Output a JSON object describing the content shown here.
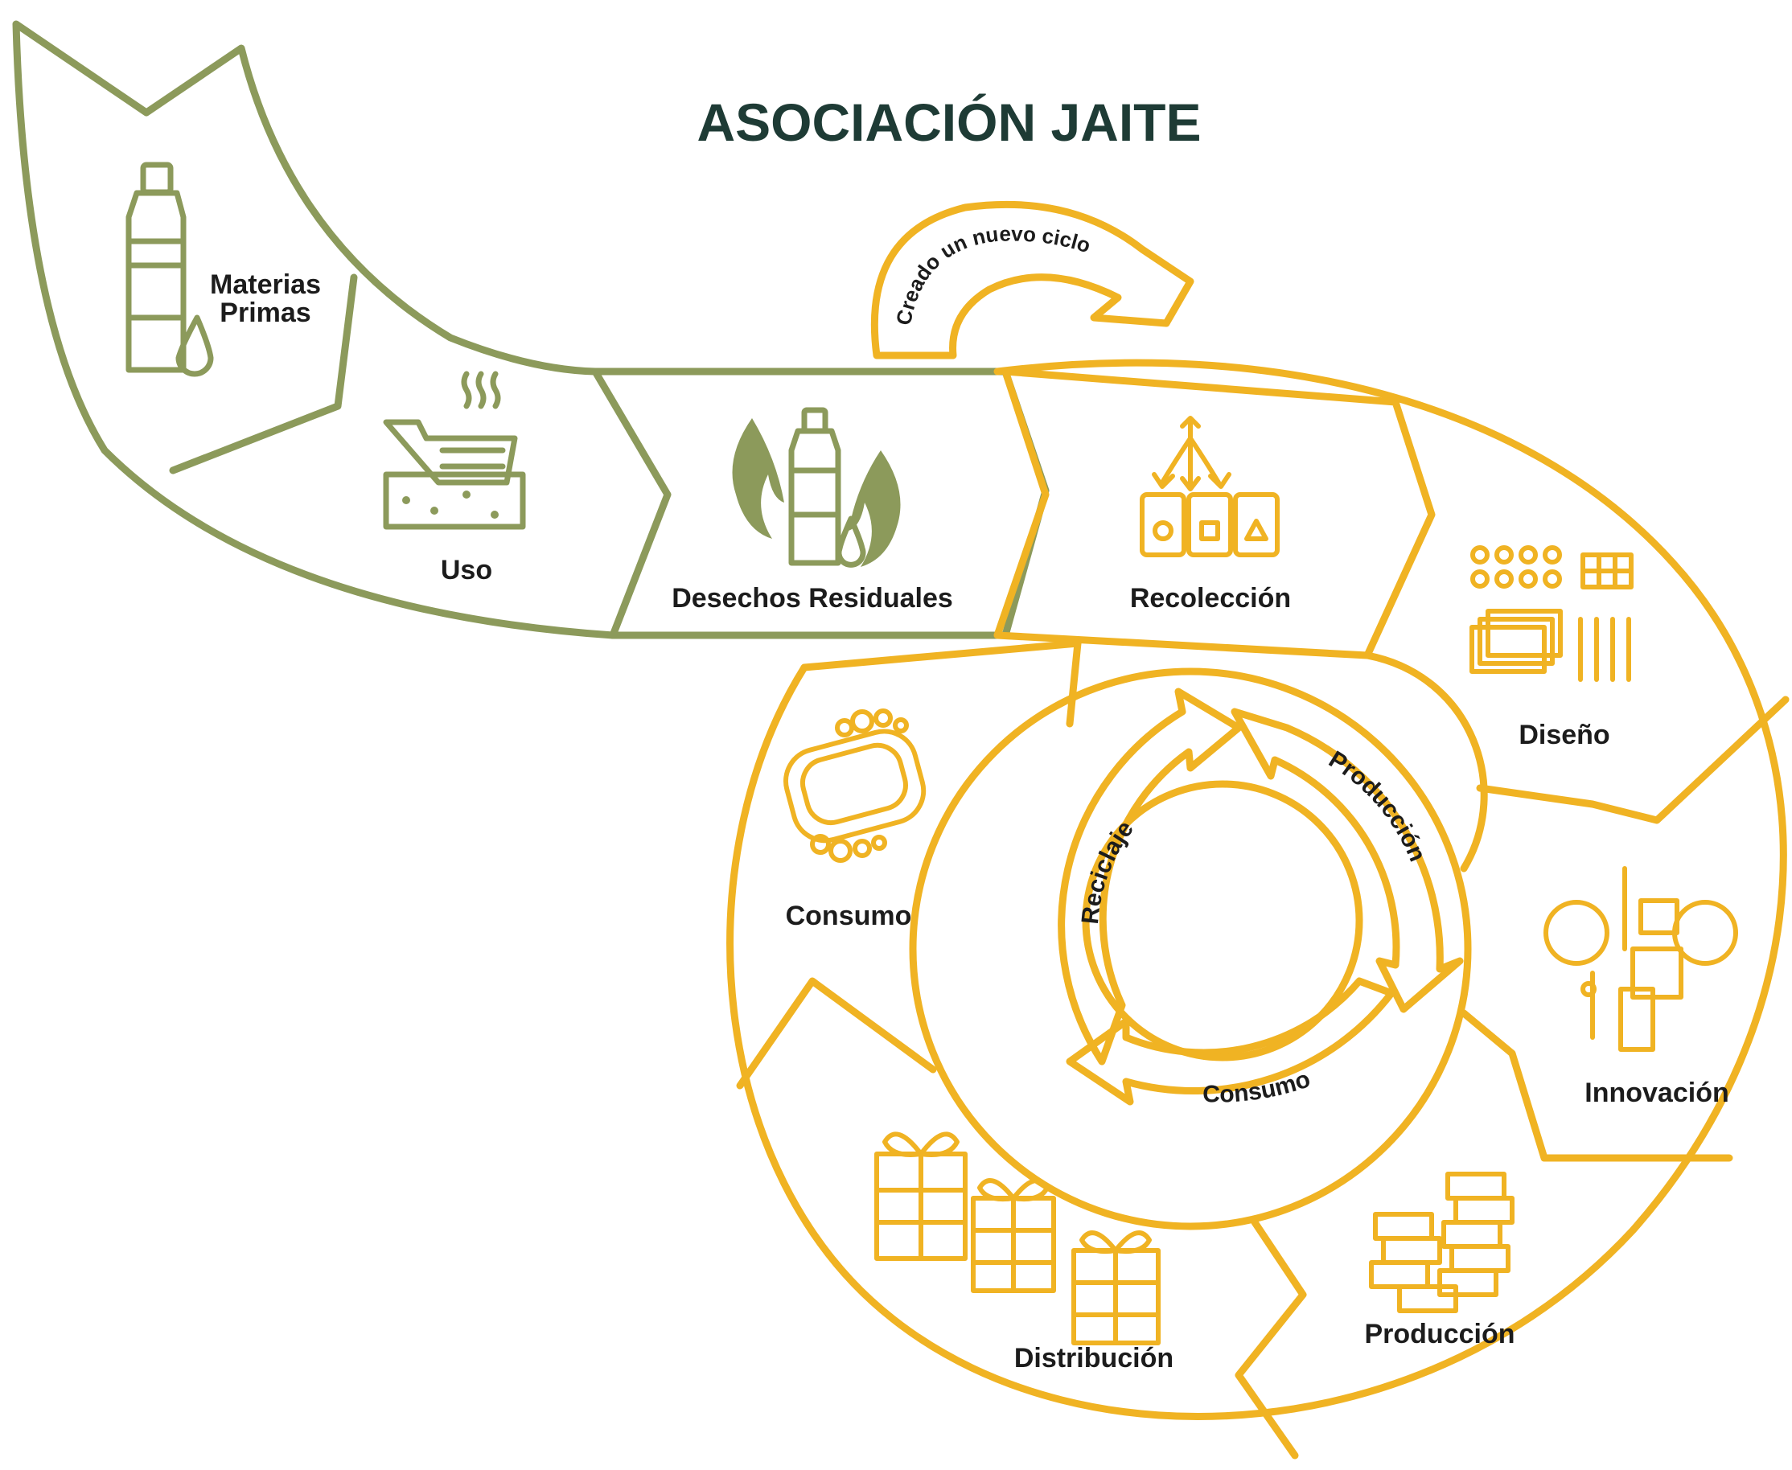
{
  "title": "ASOCIACIÓN JAITE",
  "colors": {
    "title": "#1e3b35",
    "linear_stage": "#8c9a5b",
    "circular_stage": "#f0b323",
    "label": "#1c1c1c"
  },
  "linear_chain": [
    {
      "label_line1": "Materias",
      "label_line2": "Primas",
      "icon": "bottle-drop-icon"
    },
    {
      "label": "Uso",
      "icon": "fryer-basket-icon"
    },
    {
      "label": "Desechos Residuales",
      "icon": "bottle-flames-icon"
    }
  ],
  "loop_arrow_label": "Creado un nuevo ciclo",
  "outer_cycle": [
    {
      "label": "Recolección",
      "icon": "recycling-bins-icon"
    },
    {
      "label": "Diseño",
      "icon": "design-patterns-icon"
    },
    {
      "label": "Innovación",
      "icon": "lab-equipment-icon"
    },
    {
      "label": "Producción",
      "icon": "soap-bars-stack-icon"
    },
    {
      "label": "Distribución",
      "icon": "gift-boxes-icon"
    },
    {
      "label": "Consumo",
      "icon": "soap-bubbles-icon"
    }
  ],
  "inner_cycle": [
    {
      "label": "Producción"
    },
    {
      "label": "Consumo"
    },
    {
      "label": "Reciclaje"
    }
  ]
}
